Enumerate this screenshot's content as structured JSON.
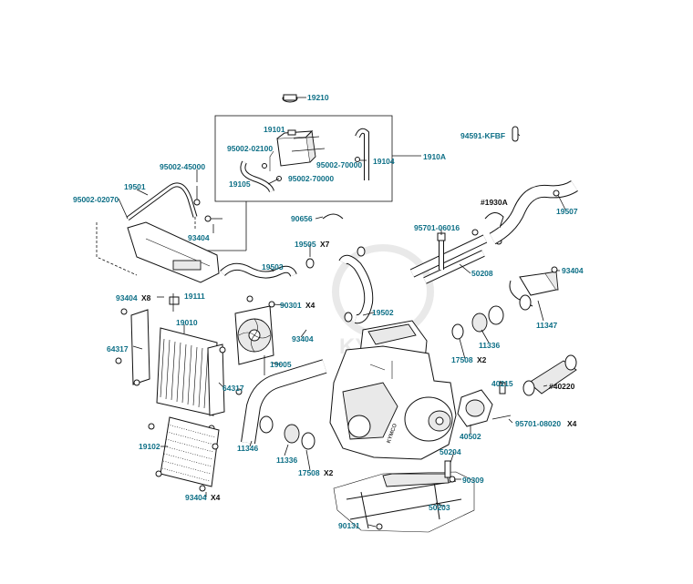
{
  "watermark": "KYMCO",
  "labels": {
    "p19210": "19210",
    "p19101": "19101",
    "p95002_02100": "95002-02100",
    "p95002_70000a": "95002-70000",
    "p19104": "19104",
    "p1910A": "1910A",
    "p19105": "19105",
    "p95002_70000b": "95002-70000",
    "p94591": "94591-KFBF",
    "p95002_45000": "95002-45000",
    "p19501": "19501",
    "p95002_02070": "95002-02070",
    "p93404a": "93404",
    "p90656": "90656",
    "p1930A": "#1930A",
    "p95701_06016": "95701-06016",
    "p19507": "19507",
    "p19505": "19505",
    "p19503": "19503",
    "p50208": "50208",
    "p93404b": "93404",
    "p93404c": "93404",
    "p19111": "19111",
    "p90301": "90301",
    "p19502": "19502",
    "p11347": "11347",
    "p19010": "19010",
    "p64317a": "64317",
    "p93404d": "93404",
    "p11336a": "11336",
    "p19005": "19005",
    "p17508a": "17508",
    "p40215": "40215",
    "p64317b": "64317",
    "p40220": "#40220",
    "p40502": "40502",
    "p95701_08020": "95701-08020",
    "p11346": "11346",
    "p11336b": "11336",
    "p19102": "19102",
    "p50204": "50204",
    "p17508b": "17508",
    "p90309": "90309",
    "p93404e": "93404",
    "p50203": "50203",
    "p90131": "90131"
  },
  "quantities": {
    "q19505": "X7",
    "q93404c": "X8",
    "q90301": "X4",
    "q17508a": "X2",
    "q95701_08020": "X4",
    "q17508b": "X2",
    "q93404e": "X4"
  },
  "colors": {
    "label": "#0d6f86",
    "line": "#111111",
    "watermark": "#dcdcdc"
  }
}
